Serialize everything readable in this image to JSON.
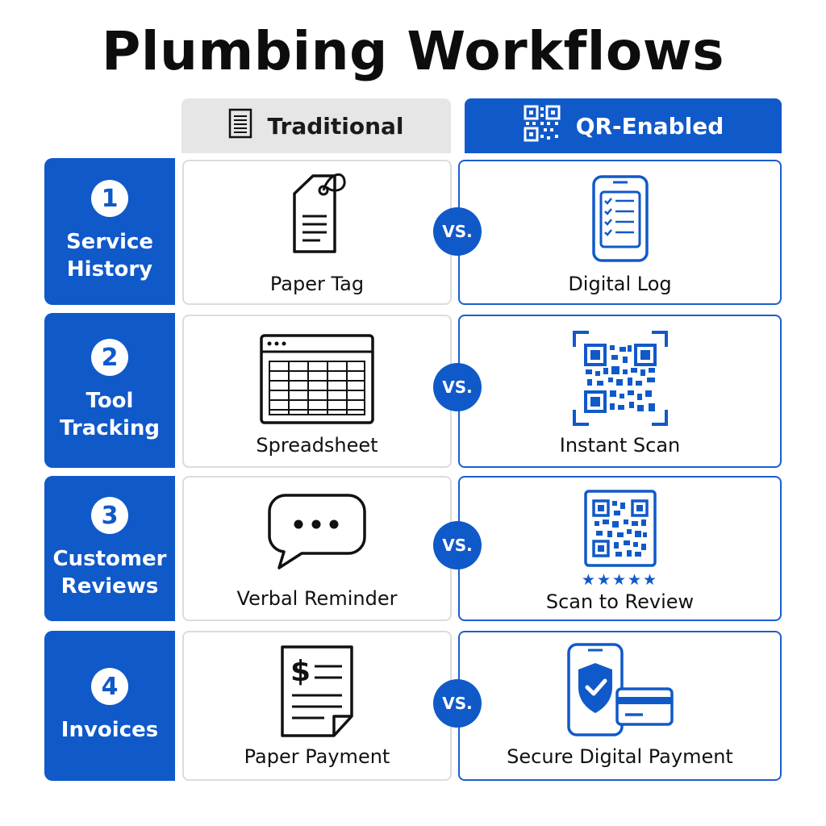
{
  "title": "Plumbing Workflows",
  "columns": {
    "traditional": "Traditional",
    "qr": "QR-Enabled"
  },
  "vs_label": "VS.",
  "rows": [
    {
      "number": "1",
      "label_line1": "Service",
      "label_line2": "History",
      "traditional": "Paper Tag",
      "qr": "Digital Log"
    },
    {
      "number": "2",
      "label_line1": "Tool",
      "label_line2": "Tracking",
      "traditional": "Spreadsheet",
      "qr": "Instant Scan"
    },
    {
      "number": "3",
      "label_line1": "Customer",
      "label_line2": "Reviews",
      "traditional": "Verbal Reminder",
      "qr": "Scan to Review",
      "stars": "★★★★★"
    },
    {
      "number": "4",
      "label_line1": "Invoices",
      "label_line2": "",
      "traditional": "Paper Payment",
      "qr": "Secure Digital Payment"
    }
  ],
  "colors": {
    "brand_blue": "#1059c9",
    "light_gray": "#e6e6e6"
  },
  "icons": {
    "traditional_header": "document-icon",
    "qr_header": "qr-code-icon",
    "row1_traditional": "paper-tag-icon",
    "row1_qr": "phone-checklist-icon",
    "row2_traditional": "spreadsheet-icon",
    "row2_qr": "qr-scan-icon",
    "row3_traditional": "speech-bubble-icon",
    "row3_qr": "qr-review-icon",
    "row4_traditional": "invoice-dollar-icon",
    "row4_qr": "phone-shield-card-icon"
  }
}
